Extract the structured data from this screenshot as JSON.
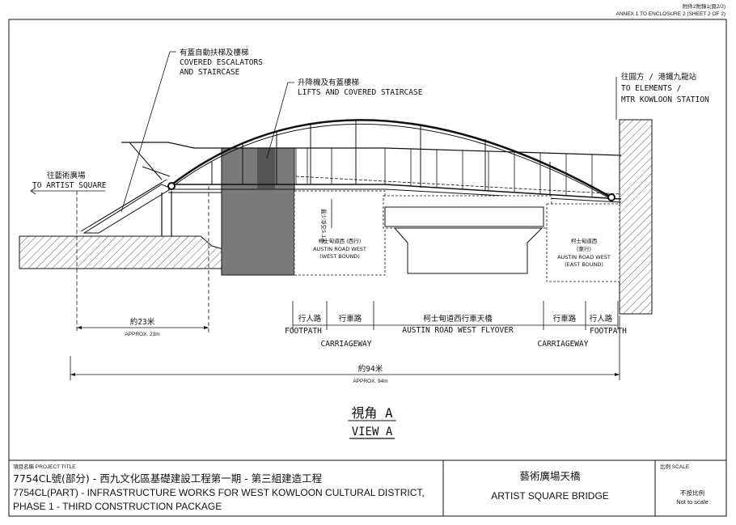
{
  "header": {
    "annex_zh": "附件2附錄1(頁2/2)",
    "annex_en": "ANNEX 1 TO ENCLOSURE 2 (SHEET 2 OF 2)"
  },
  "labels": {
    "escalator_zh": "有蓋自動扶梯及樓梯",
    "escalator_en1": "COVERED ESCALATORS",
    "escalator_en2": "AND STAIRCASE",
    "lifts_zh": "升降機及有蓋樓梯",
    "lifts_en": "LIFTS AND COVERED STAIRCASE",
    "elements_zh": "往圓方 / 港鐵九龍站",
    "elements_en1": "TO ELEMENTS /",
    "elements_en2": "MTR KOWLOON STATION",
    "artist_zh": "往藝術廣場",
    "artist_en": "TO ARTIST SQUARE",
    "pier_vertical": "最少淨空5.1米",
    "austin_west_zh": "柯士甸道西 (西行)",
    "austin_west_en1": "AUSTIN ROAD WEST",
    "austin_west_en2": "(WEST BOUND)",
    "austin_east_zh1": "柯士甸道西",
    "austin_east_zh2": "(東行)",
    "austin_east_en1": "AUSTIN ROAD WEST",
    "austin_east_en2": "(EAST BOUND)"
  },
  "zones": {
    "footpath_zh": "行人路",
    "footpath_en": "FOOTPATH",
    "carriageway_zh": "行車路",
    "carriageway_en": "CARRIAGEWAY",
    "flyover_zh": "柯士甸道西行車天橋",
    "flyover_en": "AUSTIN ROAD WEST FLYOVER",
    "carriageway2_zh": "行車路",
    "carriageway2_en": "CARRIAGEWAY",
    "footpath2_zh": "行人路",
    "footpath2_en": "FOOTPATH"
  },
  "dims": {
    "approx23_zh": "約23米",
    "approx23_en": "APPROX. 23m",
    "approx94_zh": "約94米",
    "approx94_en": "APPROX. 94m"
  },
  "view": {
    "zh": "視角 A",
    "en": "VIEW A"
  },
  "title_block": {
    "project_label": "項目名稱 PROJECT TITLE",
    "project_zh": "7754CL號(部分) - 西九文化區基礎建設工程第一期 - 第三組建造工程",
    "project_en1": "7754CL(PART) - INFRASTRUCTURE WORKS FOR WEST KOWLOON CULTURAL DISTRICT,",
    "project_en2": "PHASE 1 - THIRD CONSTRUCTION PACKAGE",
    "bridge_zh": "藝術廣場天橋",
    "bridge_en": "ARTIST SQUARE BRIDGE",
    "scale_label": "比例 SCALE",
    "scale_zh": "不按比例",
    "scale_en": "Not to scale"
  }
}
